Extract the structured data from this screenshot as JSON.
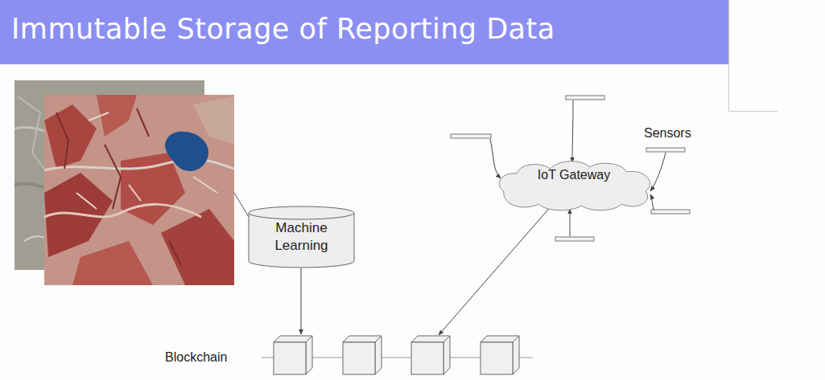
{
  "diagram": {
    "title": "Immutable Storage of Reporting Data",
    "nodes": [
      {
        "text": [
          "Machine Learning"
        ]
      },
      {
        "text": [
          "IoT Gateway"
        ]
      }
    ],
    "labels": [
      "Sensors",
      "Blockchain"
    ]
  }
}
